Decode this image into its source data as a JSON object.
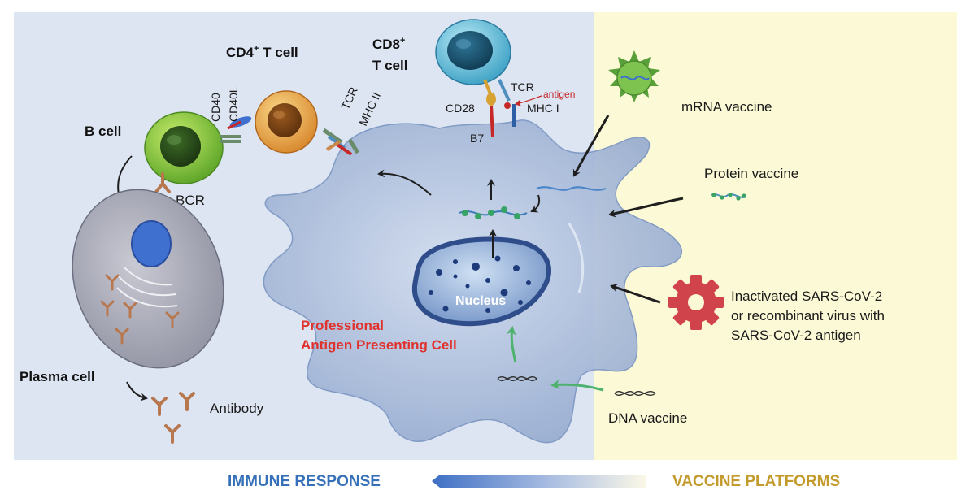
{
  "panels": {
    "immune_response_label": "IMMUNE RESPONSE",
    "vaccine_platforms_label": "VACCINE PLATFORMS"
  },
  "cells": {
    "cd4": "CD4",
    "cd4_sup": "+",
    "cd4_suffix": " T cell",
    "cd8": "CD8",
    "cd8_sup": "+",
    "cd8_line2": "T cell",
    "b_cell": "B cell",
    "bcr": "BCR",
    "plasma_cell": "Plasma cell",
    "antibody": "Antibody",
    "apc_line1": "Professional",
    "apc_line2": "Antigen Presenting Cell",
    "nucleus": "Nucleus"
  },
  "receptors": {
    "cd40": "CD40",
    "cd40l": "CD40L",
    "tcr_cd4": "TCR",
    "mhc2": "MHC II",
    "tcr_cd8": "TCR",
    "antigen": "antigen",
    "mhc1": "MHC I",
    "cd28": "CD28",
    "b7": "B7"
  },
  "vaccines": {
    "mrna": "mRNA vaccine",
    "protein": "Protein vaccine",
    "inactivated_line1": "Inactivated SARS-CoV-2",
    "inactivated_line2": "or recombinant virus with",
    "inactivated_line3": "SARS-CoV-2 antigen",
    "dna": "DNA vaccine"
  },
  "colors": {
    "immune_bg": "#dde4f2",
    "vaccine_bg": "#fcf9d6",
    "immune_text": "#3570b8",
    "vaccine_text": "#c39a2c",
    "apc_red": "#e0322d",
    "green_arrow": "#4fb26e",
    "gear": "#d1434b",
    "mrna_sun": "#5aa03a",
    "antibody": "#b7784f"
  }
}
